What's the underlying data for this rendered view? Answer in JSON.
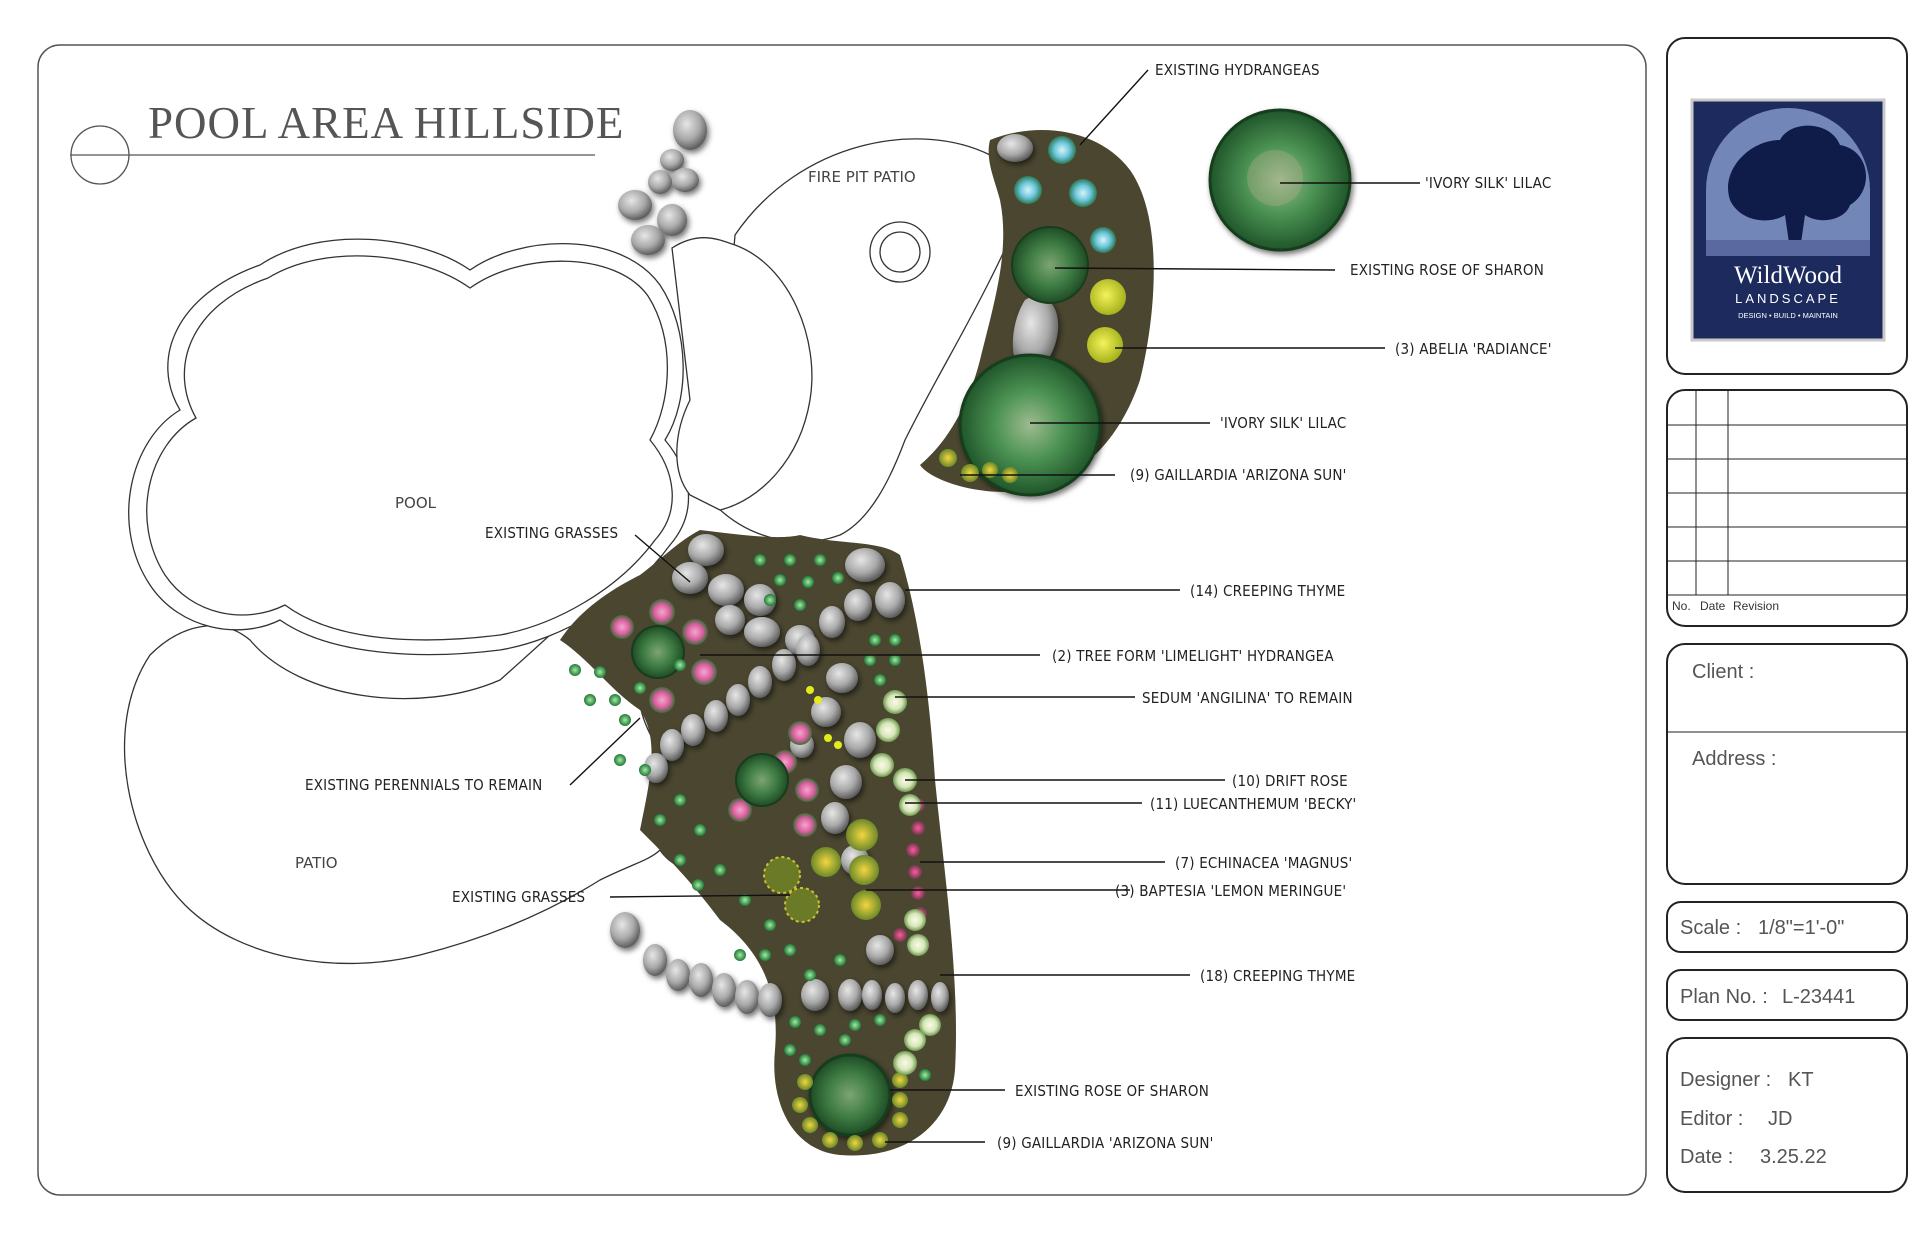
{
  "title": "POOL AREA HILLSIDE",
  "areas": {
    "pool": "POOL",
    "patio": "PATIO",
    "fire_pit_patio": "FIRE PIT PATIO"
  },
  "labels": {
    "existing_hydrangeas": "EXISTING HYDRANGEAS",
    "ivory_silk_lilac_1": "'IVORY SILK' LILAC",
    "existing_rose_of_sharon_1": "EXISTING ROSE OF SHARON",
    "abelia": "(3) ABELIA 'RADIANCE'",
    "ivory_silk_lilac_2": "'IVORY SILK' LILAC",
    "gaillardia_1": "(9) GAILLARDIA 'ARIZONA SUN'",
    "existing_grasses_1": "EXISTING GRASSES",
    "creeping_thyme_14": "(14) CREEPING THYME",
    "limelight": "(2) TREE FORM 'LIMELIGHT' HYDRANGEA",
    "sedum": "SEDUM 'ANGILINA' TO REMAIN",
    "existing_perennials": "EXISTING PERENNIALS TO REMAIN",
    "drift_rose": "(10) DRIFT ROSE",
    "luecanthemum": "(11) LUECANTHEMUM 'BECKY'",
    "echinacea": "(7) ECHINACEA 'MAGNUS'",
    "existing_grasses_2": "EXISTING GRASSES",
    "baptesia": "(3) BAPTESIA 'LEMON MERINGUE'",
    "creeping_thyme_18": "(18) CREEPING THYME",
    "existing_rose_of_sharon_2": "EXISTING ROSE OF SHARON",
    "gaillardia_2": "(9) GAILLARDIA 'ARIZONA SUN'"
  },
  "logo": {
    "name": "WildWood",
    "sub": "LANDSCAPE",
    "tagline": "DESIGN • BUILD • MAINTAIN",
    "bg": "#1c2a5e"
  },
  "revision": {
    "no": "No.",
    "date": "Date",
    "revision": "Revision"
  },
  "client": {
    "client_label": "Client :",
    "address_label": "Address :"
  },
  "scale": {
    "label": "Scale :",
    "value": "1/8\"=1'-0\""
  },
  "plan_no": {
    "label": "Plan No. :",
    "value": "L-23441"
  },
  "credits": {
    "designer_label": "Designer :",
    "designer": "KT",
    "editor_label": "Editor :",
    "editor": "JD",
    "date_label": "Date :",
    "date": "3.25.22"
  },
  "colors": {
    "mulch": "#4a4630",
    "tree": "#2f6b3a",
    "rose": "#e07ab0",
    "yellow": "#d8d21a",
    "thyme": "#3fa75a"
  }
}
